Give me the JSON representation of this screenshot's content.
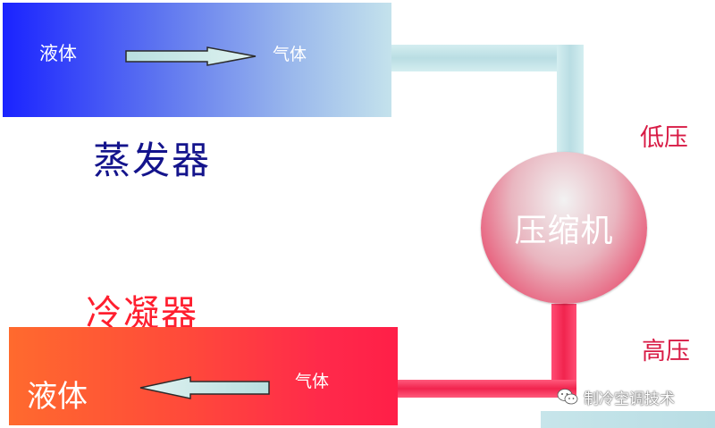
{
  "evaporator": {
    "title": "蒸发器",
    "liquid_label": "液体",
    "gas_label": "气体"
  },
  "condenser": {
    "title": "冷凝器",
    "liquid_label": "液体",
    "gas_label": "气体"
  },
  "compressor": {
    "label": "压缩机"
  },
  "pressure": {
    "low": "低压",
    "high": "高压"
  },
  "watermark": {
    "text": "制冷空调技术"
  },
  "colors": {
    "evaporator_start": "#1a23ff",
    "evaporator_end": "#c4e2ec",
    "condenser_start": "#ff6a2e",
    "condenser_end": "#ff1f48",
    "low_pipe": "#bfe2e8",
    "high_pipe": "#f1244e",
    "pressure_text": "#d81b45",
    "evaporator_title": "#14148c",
    "condenser_title": "#ff1f2f"
  }
}
